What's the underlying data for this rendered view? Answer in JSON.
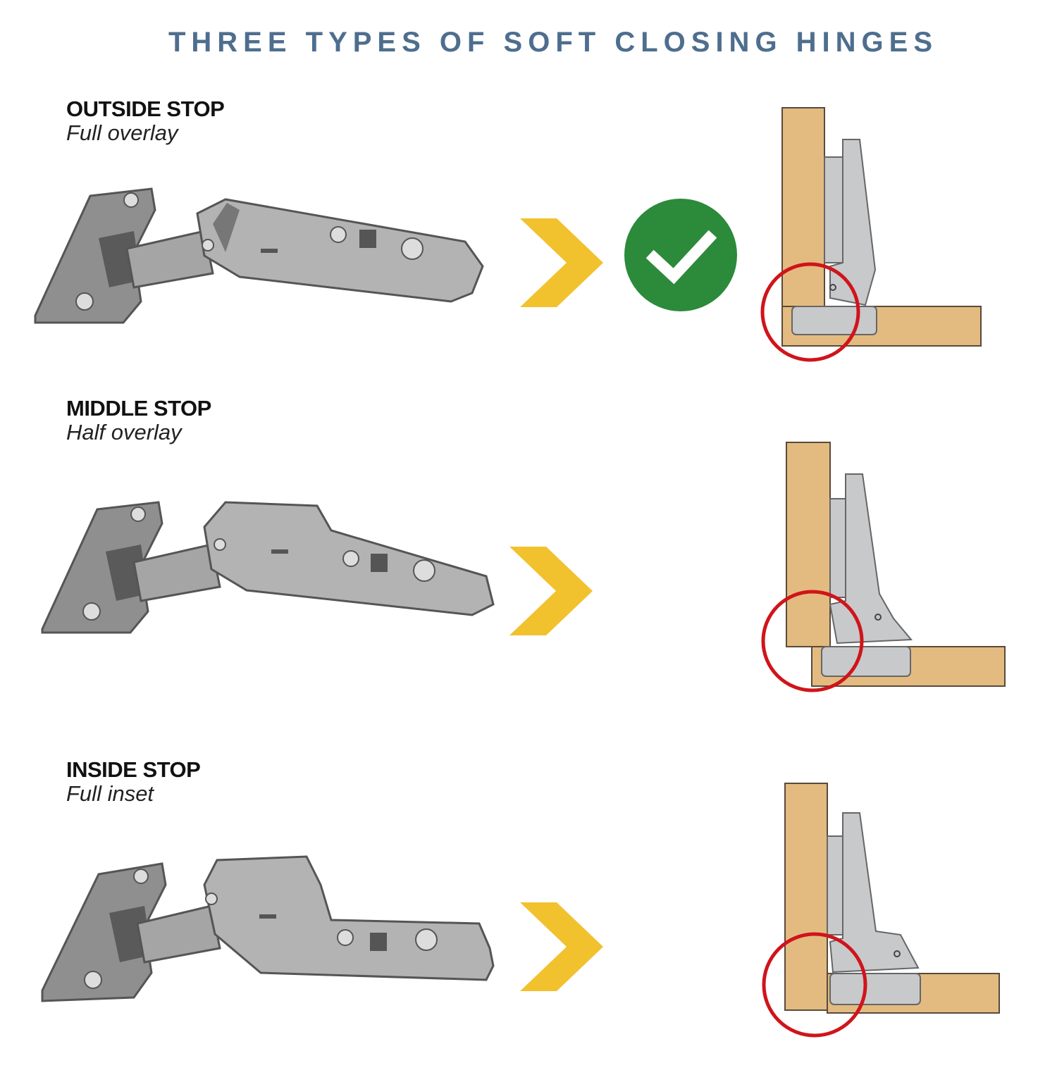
{
  "header": {
    "title": "THREE TYPES OF SOFT CLOSING HINGES"
  },
  "colors": {
    "title": "#4e6e8e",
    "arrow": "#f2c12e",
    "check_circle": "#2c8a3b",
    "highlight_circle": "#d0141b",
    "wood": "#e3bb80",
    "metal": "#b9bbbe"
  },
  "hinges": [
    {
      "name": "OUTSIDE STOP",
      "overlay": "Full overlay",
      "recommended": true,
      "badge_icon": "check-icon"
    },
    {
      "name": "MIDDLE STOP",
      "overlay": "Half overlay",
      "recommended": false
    },
    {
      "name": "INSIDE STOP",
      "overlay": "Full inset",
      "recommended": false
    }
  ]
}
